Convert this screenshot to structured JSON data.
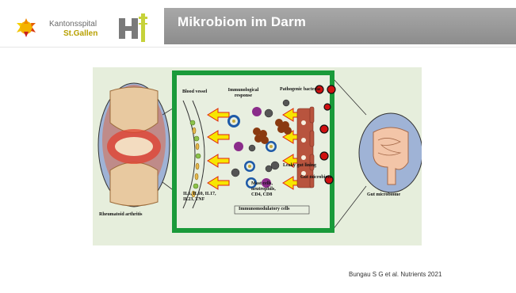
{
  "slide": {
    "title": "Mikrobiom im Darm",
    "logo": {
      "line1": "Kantonsspital",
      "line2": "St.Gallen"
    },
    "citation": "Bungau S G et al. Nutrients 2021"
  },
  "figure": {
    "labels": {
      "rheumatoid_arthritis": "Rheumatoid arthritis",
      "gut_microbiome": "Gut microbiome",
      "blood_vessel": "Blood vessel",
      "immunological_response": "Immunological response",
      "pathogenic_bacteria": "Pathogenic bacteria",
      "leaky_gut_lining": "Leaky gut lining",
      "gut_microbiota": "Gut microbiota",
      "cytokines": "IL6, IL10, IL17, IL23, TNF",
      "cells": "Mast cells, neutrophils, CD4, CD8",
      "immunomodulatory": "Immunomodulatory cells"
    }
  },
  "colors": {
    "title_bar": "#999999",
    "figure_bg": "#e6eedc",
    "frame_green": "#1a9a3a",
    "arrow_fill": "#f7e600",
    "arrow_stroke": "#e02010"
  }
}
